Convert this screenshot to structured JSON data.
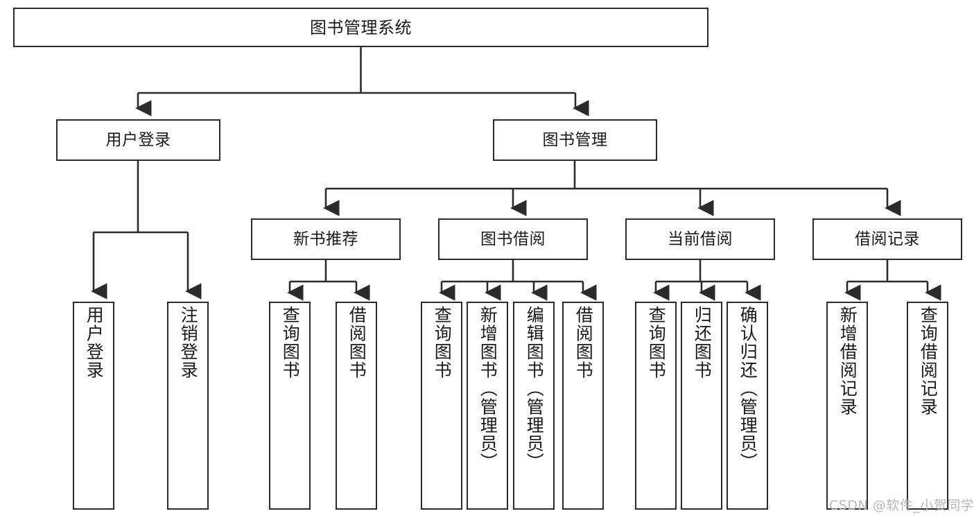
{
  "diagram": {
    "title": "图书管理系统",
    "type": "hierarchy-tree",
    "orientation": "top-down",
    "colors": {
      "box_stroke": "#2b2b2b",
      "box_fill": "#ffffff",
      "connector": "#2b2b2b",
      "text": "#1a1a1a",
      "watermark": "#b9b9b9",
      "background": "#ffffff"
    },
    "nodes": {
      "root": {
        "label": "图书管理系统"
      },
      "level2": [
        {
          "id": "user-login",
          "label": "用户登录"
        },
        {
          "id": "book-management",
          "label": "图书管理"
        }
      ],
      "level3": [
        {
          "id": "new-book-recommend",
          "label": "新书推荐"
        },
        {
          "id": "book-borrow",
          "label": "图书借阅"
        },
        {
          "id": "current-borrow",
          "label": "当前借阅"
        },
        {
          "id": "borrow-record",
          "label": "借阅记录"
        }
      ],
      "leaves": [
        {
          "id": "leaf-user-login",
          "label": "用户登录",
          "parent": "user-login"
        },
        {
          "id": "leaf-user-logout",
          "label": "注销登录",
          "parent": "user-login"
        },
        {
          "id": "leaf-query-book-1",
          "label": "查询图书",
          "parent": "new-book-recommend"
        },
        {
          "id": "leaf-borrow-book-1",
          "label": "借阅图书",
          "parent": "new-book-recommend"
        },
        {
          "id": "leaf-query-book-2",
          "label": "查询图书",
          "parent": "book-borrow"
        },
        {
          "id": "leaf-add-book",
          "label": "新增图书（管理员）",
          "parent": "book-borrow"
        },
        {
          "id": "leaf-edit-book",
          "label": "编辑图书（管理员）",
          "parent": "book-borrow"
        },
        {
          "id": "leaf-borrow-book-2",
          "label": "借阅图书",
          "parent": "book-borrow"
        },
        {
          "id": "leaf-query-book-3",
          "label": "查询图书",
          "parent": "current-borrow"
        },
        {
          "id": "leaf-return-book",
          "label": "归还图书",
          "parent": "current-borrow"
        },
        {
          "id": "leaf-confirm-return",
          "label": "确认归还（管理员）",
          "parent": "current-borrow"
        },
        {
          "id": "leaf-add-record",
          "label": "新增借阅记录",
          "parent": "borrow-record"
        },
        {
          "id": "leaf-query-record",
          "label": "查询借阅记录",
          "parent": "borrow-record"
        }
      ]
    },
    "watermark": "CSDN @软件_小贺同学"
  }
}
